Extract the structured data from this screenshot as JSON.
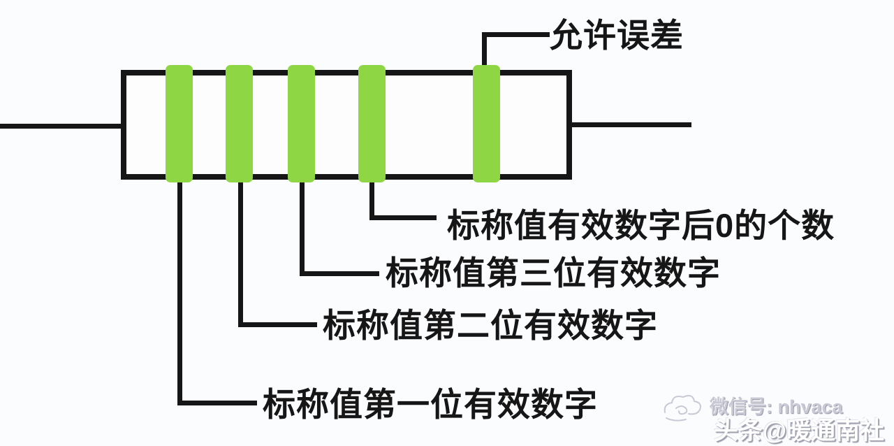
{
  "diagram": {
    "subject": "resistor-color-code",
    "band_count": 5,
    "colors": {
      "band_fill": "#8fd645",
      "line": "#161616",
      "background": "#fbfcfe"
    },
    "annotations": {
      "tolerance": {
        "band": 5,
        "text": "允许误差"
      },
      "zeros_count": {
        "band": 4,
        "text": "标称值有效数字后0的个数"
      },
      "third_digit": {
        "band": 3,
        "text": "标称值第三位有效数字"
      },
      "second_digit": {
        "band": 2,
        "text": "标称值第二位有效数字"
      },
      "first_digit": {
        "band": 1,
        "text": "标称值第一位有效数字"
      }
    }
  },
  "watermark": {
    "line1": "微信号: nhvaca",
    "line2": "头条@暖通南社"
  }
}
